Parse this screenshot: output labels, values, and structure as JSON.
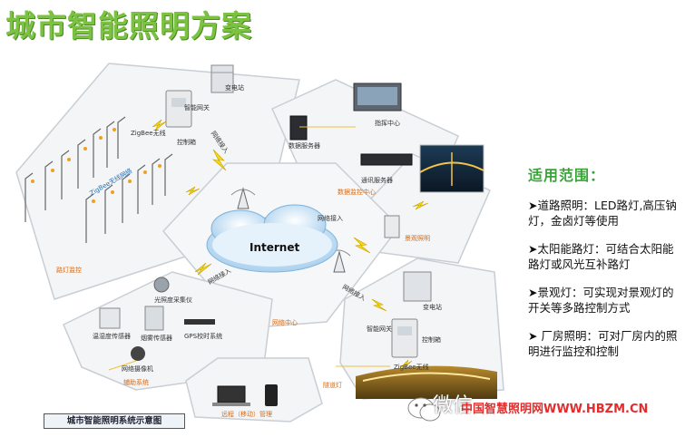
{
  "title": "城市智能照明方案",
  "cloud_label": "Internet",
  "labels": {
    "substation_top": "变电站",
    "smart_gateway_top": "智能网关",
    "control_cabinet_top": "控制箱",
    "zigbee_top": "ZigBee无线",
    "zigbee_net": "ZigBee无线网络",
    "network_access_1": "网络接入",
    "street_monitor": "路灯监控",
    "command_center": "指挥中心",
    "data_server": "数据服务器",
    "comm_server": "通讯服务器",
    "data_monitor_center": "数据监控中心",
    "network_access_2": "网络接入",
    "landscape": "景观照明",
    "network_access_3": "网络接入",
    "network_access_4": "网络接入",
    "light_sensor": "光照度采集仪",
    "temp_sensor": "温湿度传感器",
    "smoke_sensor": "烟雾传感器",
    "gps": "GPS校时系统",
    "camera": "网络摄像机",
    "aux_system": "辅助系统",
    "network_center": "网络中心",
    "substation_bottom": "变电站",
    "smart_gateway_bottom": "智能网关",
    "control_cabinet_bottom": "控制箱",
    "zigbee_bottom": "ZigBee无线",
    "tunnel_light": "隧道灯",
    "remote_mgmt": "远程（移动）管理"
  },
  "panel": {
    "heading": "适用范围：",
    "items": [
      "➤道路照明：LED路灯,高压钠灯，金卤灯等使用",
      "➤太阳能路灯：可结合太阳能路灯或风光互补路灯",
      "➤景观灯：可实现对景观灯的开关等多路控制方式",
      "➤ 厂房照明：可对厂房内的照明进行监控和控制"
    ]
  },
  "caption": "城市智能照明系统示意图",
  "watermark": {
    "wechat": "微信",
    "site": "中国智慧照明网WWW.HBZM.CN"
  },
  "colors": {
    "title_green": "#7cc242",
    "label_orange": "#d96a12",
    "site_red": "#e52b2b",
    "panel_green": "#3aa33a",
    "lightning": "#f4d61a"
  }
}
